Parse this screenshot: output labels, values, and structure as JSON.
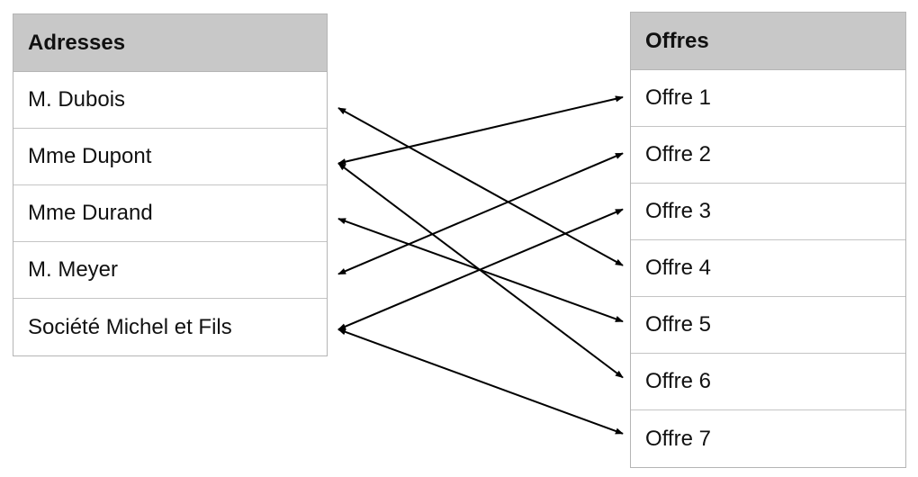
{
  "adresses": {
    "header": "Adresses",
    "items": [
      "M. Dubois",
      "Mme Dupont",
      "Mme Durand",
      "M. Meyer",
      "Société Michel et Fils"
    ]
  },
  "offres": {
    "header": "Offres",
    "items": [
      "Offre 1",
      "Offre 2",
      "Offre 3",
      "Offre 4",
      "Offre 5",
      "Offre 6",
      "Offre 7"
    ]
  },
  "links": [
    {
      "from": 0,
      "to": 3
    },
    {
      "from": 1,
      "to": 0
    },
    {
      "from": 1,
      "to": 5
    },
    {
      "from": 2,
      "to": 4
    },
    {
      "from": 3,
      "to": 1
    },
    {
      "from": 4,
      "to": 2
    },
    {
      "from": 4,
      "to": 6
    }
  ],
  "colors": {
    "header_bg": "#c8c8c8",
    "border": "#b5b5b5",
    "arrow": "#000000"
  }
}
